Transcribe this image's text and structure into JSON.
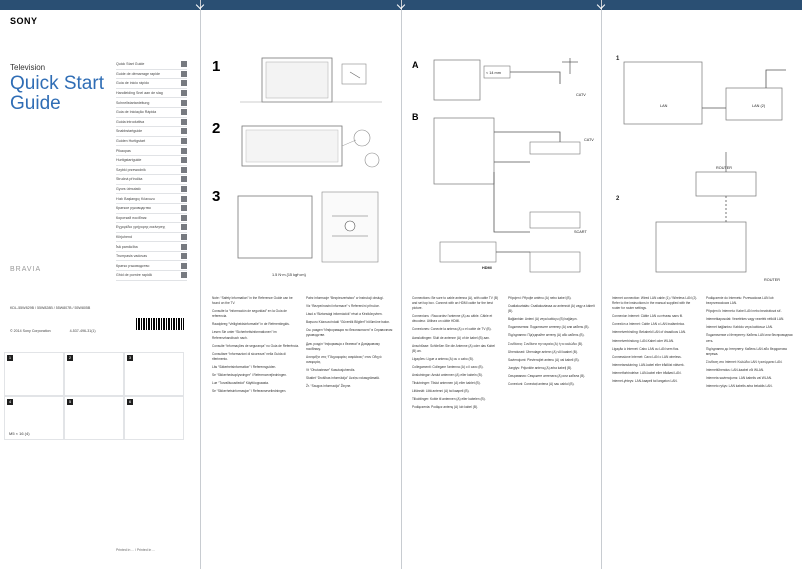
{
  "cover": {
    "brand": "SONY",
    "category": "Television",
    "title": "Quick Start Guide",
    "product": "BRAVIA",
    "models": "KDL-55W829B / 55W828B / 55W807B / 55W805B",
    "copyright": "© 2014 Sony Corporation",
    "part_number": "4-537-496-31(1)",
    "footer": "Printed in ... / Printed in ...",
    "languages": [
      "Quick Start Guide",
      "Guide de démarrage rapide",
      "Guía de inicio rápido",
      "Handleiding Snel aan de slag",
      "Schnellstartanleitung",
      "Guia de Iniciação Rápida",
      "Guida introduttiva",
      "Snabbstartguide",
      "Guiden Hurtigstart",
      "Pikaopas",
      "Hurtigstartguide",
      "Szybki przewodnik",
      "Stručná příručka",
      "Gyors útmutató",
      "Hızlı Başlangıç Kılavuzu",
      "Краткое руководство",
      "Короткий посібник",
      "Εγχειρίδιο γρήγορης εκκίνησης",
      "Kiirjuhend",
      "Īsā pamācība",
      "Trumpasis vadovas",
      "Кратко ръководство",
      "Ghid de pornire rapidă"
    ],
    "accessories": [
      {
        "tag": "1",
        "label": ""
      },
      {
        "tag": "2",
        "label": ""
      },
      {
        "tag": "3",
        "label": ""
      },
      {
        "tag": "4",
        "label": "M5 × 16 (4)"
      },
      {
        "tag": "5",
        "label": ""
      },
      {
        "tag": "6",
        "label": ""
      }
    ]
  },
  "steps": {
    "one": "1",
    "two": "2",
    "three": "3",
    "size_caption": "1.5 N·m {15 kgf·cm}"
  },
  "notes": {
    "col1": [
      "Note: “Safety Information” in the Reference Guide can be found on the TV.",
      "Consulte la “Información de seguridad” en la Guía de referencia.",
      "Raadpleeg “Veiligheidsinformatie” in de Referentiegids.",
      "Lesen Sie unter “Sicherheitsinformationen” im Referenzhandbuch nach.",
      "Consulte “Informações de segurança” no Guia de Referência.",
      "Consultare “Informazioni di sicurezza” nella Guida di riferimento.",
      "Läs “Säkerhetsinformation” i Referensguiden.",
      "Se “Sikkerhedsoplysninger” i Referencevejledningen.",
      "Lue “Turvallisuustiedot” Käyttöoppaasta.",
      "Se “Sikkerhetsinformasjon” i Referanseveiledningen."
    ],
    "col2": [
      "Patrz informacje “Bezpieczeństwo” w Instrukcji obsługi.",
      "Viz “Bezpečnostní informace” v Referenční příručce.",
      "Lásd a “Biztonsági információk” részt a Kézikönyvben.",
      "Başvuru Kılavuzu'ndaki “Güvenlik Bilgileri” bölümüne bakın.",
      "См. раздел “Информация по безопасности” в Справочном руководстве.",
      "Див. розділ “Інформація з безпеки” в Довідковому посібнику.",
      "Ανατρέξτε στις “Πληροφορίες ασφάλειας” στον Οδηγό αναφοράς.",
      "Vt “Ohutusteave” Kasutusjuhendis.",
      "Skatiet “Drošības informācija” Uzziņu rokasgrāmatā.",
      "Žr. “Saugos informacija” Žinyne."
    ],
    "col3": [
      "Connections: Be sure to cable antenna (A), with cable TV (B) and set top box. Connect with an HDMI cable for the best picture.",
      "Connexions : Raccordez l'antenne (A) au câble. Câble et décodeur. Utilisez un câble HDMI.",
      "Conexiones: Conecte la antena (A) o el cable de TV (B).",
      "Aansluitingen: Sluit de antenne (A) of de kabel (B) aan.",
      "Anschlüsse: Schließen Sie die Antenne (A) oder das Kabel (B) an.",
      "Ligações: Ligue a antena (A) ou o cabo (B).",
      "Collegamenti: Collegare l'antenna (A) o il cavo (B).",
      "Anslutningar: Anslut antennen (A) eller kabeln (B).",
      "Tilslutninger: Tilslut antennen (A) eller kablet (B).",
      "Liitännät: Liitä antenni (A) tai kaapeli (B).",
      "Tilkoblinger: Koble til antennen (A) eller kabelen (B).",
      "Podłączenia: Podłącz antenę (A) lub kabel (B)."
    ],
    "col4": [
      "Připojení: Připojte anténu (A) nebo kabel (B).",
      "Csatlakoztatás: Csatlakoztassa az antennát (A) vagy a kábelt (B).",
      "Bağlantılar: Anteni (A) veya kabloyu (B) bağlayın.",
      "Подключения: Подключите антенну (A) или кабель (B).",
      "Під'єднання: Під'єднайте антену (A) або кабель (B).",
      "Συνδέσεις: Συνδέστε την κεραία (A) ή το καλώδιο (B).",
      "Ühendused: Ühendage antenn (A) või kaabel (B).",
      "Savienojumi: Pievienojiet antenu (A) vai kabeli (B).",
      "Jungtys: Prijunkite anteną (A) arba kabelį (B).",
      "Свързвания: Свържете антената (A) или кабела (B).",
      "Conexiuni: Conectați antena (A) sau cablul (B)."
    ],
    "col5": [
      "Internet connection: Wired LAN cable (1) / Wireless LAN (2). Refer to the instructions in the manual supplied with the router for router settings.",
      "Connexion Internet: Câble LAN ou réseau sans fil.",
      "Conexión a Internet: Cable LAN o LAN inalámbrica.",
      "Internetverbinding: Bekabeld LAN of draadloos LAN.",
      "Internetverbindung: LAN-Kabel oder WLAN.",
      "Ligação à Internet: Cabo LAN ou LAN sem fios.",
      "Connessione Internet: Cavo LAN o LAN wireless.",
      "Internetanslutning: LAN-kabel eller trådlöst nätverk.",
      "Internetforbindelse: LAN-kabel eller trådløst LAN.",
      "Internet-yhteys: LAN-kaapeli tai langaton LAN."
    ],
    "col6": [
      "Podłączenie do Internetu: Przewodowa LAN lub bezprzewodowa LAN.",
      "Připojení k Internetu: Kabel LAN nebo bezdrátová síť.",
      "Internetkapcsolat: Vezetékes vagy vezeték nélküli LAN.",
      "İnternet bağlantısı: Kablolu veya kablosuz LAN.",
      "Подключение к Интернету: Кабель LAN или беспроводная сеть.",
      "Під'єднання до Інтернету: Кабель LAN або бездротова мережа.",
      "Σύνδεση στο Internet: Καλώδιο LAN ή ασύρματο LAN.",
      "Internetiühendus: LAN-kaabel või WLAN.",
      "Interneta savienojums: LAN kabelis vai WLAN.",
      "Interneto ryšys: LAN kabelis arba belaidis LAN."
    ]
  },
  "diagram": {
    "a": "A",
    "b": "B",
    "catv": "CATV",
    "catv2": "CATV",
    "scart": "SCART",
    "hdmi": "HDMI",
    "len": "< 14 mm",
    "lan1": "LAN",
    "lan2": "LAN (2)",
    "router": "ROUTER",
    "router2": "ROUTER",
    "one": "1",
    "two": "2"
  }
}
